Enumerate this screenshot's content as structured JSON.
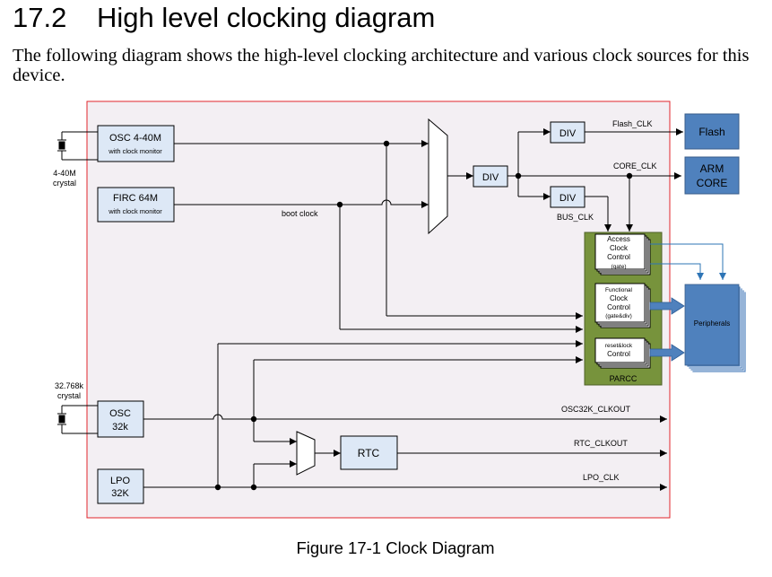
{
  "section": {
    "number": "17.2",
    "title": "High level clocking diagram"
  },
  "intro": "The following diagram shows the high-level clocking architecture and various clock sources for this device.",
  "caption": "Figure 17-1 Clock Diagram",
  "colors": {
    "border": "#e0262b",
    "background": "#f3eff3",
    "block_fill": "#dde8f6",
    "output_fill": "#4f81bd",
    "parcc_fill": "#77933c",
    "line": "#000000"
  },
  "labels": {
    "osc_fast_line1": "OSC 4-40M",
    "osc_fast_line2": "with clock monitor",
    "firc_line1": "FIRC 64M",
    "firc_line2": "with clock monitor",
    "crystal_fast_line1": "4-40M",
    "crystal_fast_line2": "crystal",
    "crystal_slow_line1": "32.768k",
    "crystal_slow_line2": "crystal",
    "boot_clock": "boot clock",
    "div_main": "DIV",
    "div_flash": "DIV",
    "div_bus": "DIV",
    "flash_clk": "Flash_CLK",
    "core_clk": "CORE_CLK",
    "bus_clk": "BUS_CLK",
    "flash": "Flash",
    "arm_core_line1": "ARM",
    "arm_core_line2": "CORE",
    "access_line1": "Access",
    "access_line2": "Clock",
    "access_line3": "Control",
    "access_line4": "(gate)",
    "functional_line1": "Functional",
    "functional_line2": "Clock",
    "functional_line3": "Control",
    "functional_line4": "(gate&div)",
    "reset_line1": "reset&lock",
    "reset_line2": "Control",
    "parcc": "PARCC",
    "peripherals": "Peripherals",
    "osc32_line1": "OSC",
    "osc32_line2": "32k",
    "lpo_line1": "LPO",
    "lpo_line2": "32K",
    "rtc": "RTC",
    "osc32k_clkout": "OSC32K_CLKOUT",
    "rtc_clkout": "RTC_CLKOUT",
    "lpo_clk": "LPO_CLK"
  }
}
